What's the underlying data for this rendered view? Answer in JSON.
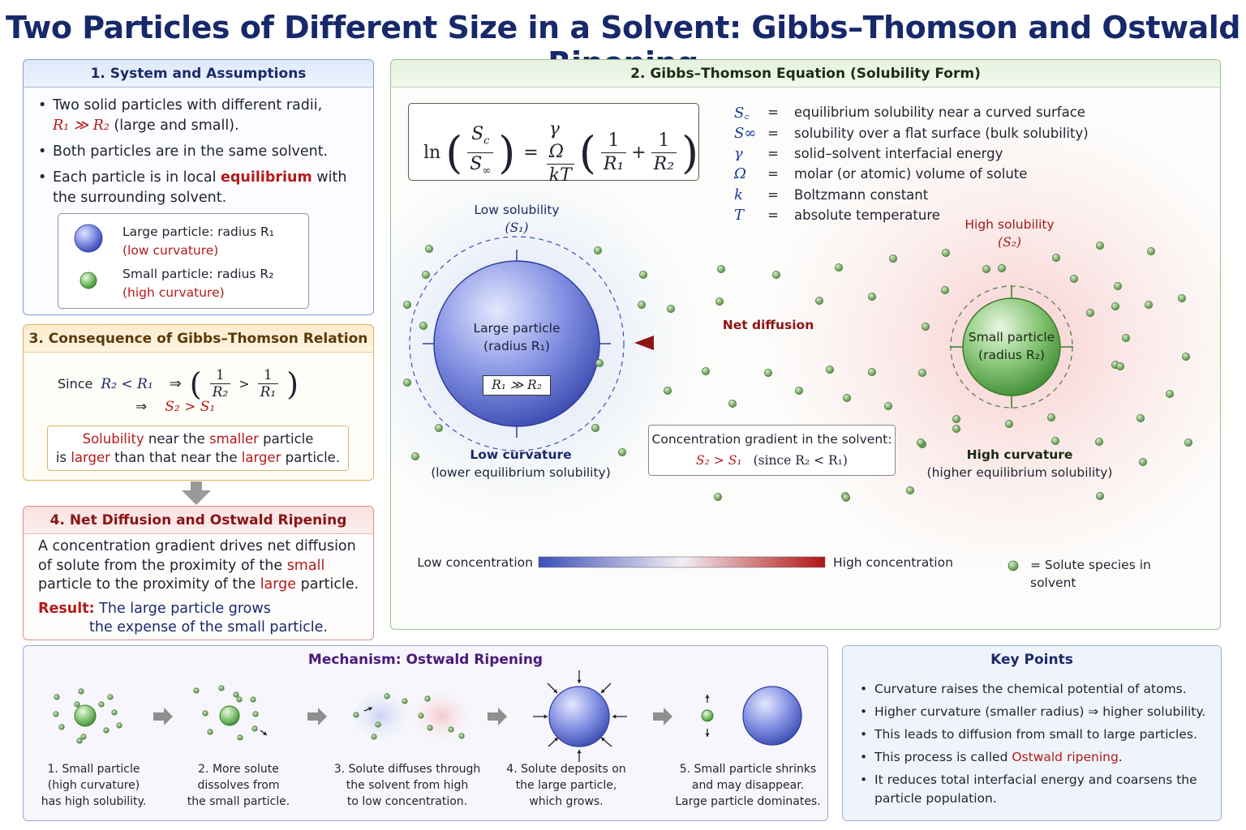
{
  "title": "Two Particles of Different Size in a Solvent: Gibbs–Thomson and Ostwald Ripening",
  "colors": {
    "title": "#17296a",
    "accent_red": "#b31b1b",
    "large_particle": "#5b6dd6",
    "small_particle": "#5fa852",
    "solute": "#6e9e5c"
  },
  "panel1": {
    "title": "1. System and Assumptions",
    "b1_text": "Two solid particles with different radii,",
    "b1_rel": "R₁ ≫ R₂",
    "b1_tail": " (large and small).",
    "b2": "Both particles are in the same solvent.",
    "b3_pre": "Each particle is in local ",
    "b3_hl": "equilibrium",
    "b3_post": " with the surrounding solvent.",
    "legend_large": "Large particle: radius R₁",
    "legend_large_note": "(low curvature)",
    "legend_small": "Small particle: radius R₂",
    "legend_small_note": "(high curvature)"
  },
  "panel3": {
    "title": "3. Consequence of Gibbs–Thomson Relation",
    "since": "Since",
    "cond": "R₂ < R₁",
    "implies": "⇒",
    "frac_left_num": "1",
    "frac_left_den": "R₂",
    "gt": ">",
    "frac_right_num": "1",
    "frac_right_den": "R₁",
    "result": "S₂ > S₁",
    "note_w1": "Solubility",
    "note_w2": " near the ",
    "note_w3": "smaller",
    "note_w4": " particle",
    "note_w5": "is ",
    "note_w6": "larger",
    "note_w7": " than that near the ",
    "note_w8": "larger",
    "note_w9": " particle."
  },
  "panel4": {
    "title": "4. Net Diffusion and Ostwald Ripening",
    "t1": "A concentration gradient drives net diffusion of solute from the proximity of the ",
    "t2": "small",
    "t3": " particle to the proximity of the ",
    "t4": "large",
    "t5": " particle.",
    "result_label": "Result:",
    "result_text": "The large particle grows",
    "result_text2": "the expense of the small particle."
  },
  "panel2": {
    "title": "2. Gibbs–Thomson Equation (Solubility Form)",
    "eq_ln": "ln",
    "eq_num": "S",
    "eq_num_sub": "c",
    "eq_den": "S",
    "eq_den_sub": "∞",
    "eq_equals": "=",
    "eq_coef_num": "γ Ω",
    "eq_coef_den": "kT",
    "eq_f1_num": "1",
    "eq_f1_den": "R₁",
    "eq_plus": "+",
    "eq_f2_num": "1",
    "eq_f2_den": "R₂",
    "variables": [
      {
        "sym": "S꜀",
        "eq": "=",
        "def": "equilibrium solubility near a curved surface"
      },
      {
        "sym": "S∞",
        "eq": "=",
        "def": "solubility over a flat surface (bulk solubility)"
      },
      {
        "sym": "γ",
        "eq": "=",
        "def": "solid–solvent interfacial energy"
      },
      {
        "sym": "Ω",
        "eq": "=",
        "def": "molar (or atomic) volume of solute"
      },
      {
        "sym": "k",
        "eq": "=",
        "def": "Boltzmann constant"
      },
      {
        "sym": "T",
        "eq": "=",
        "def": "absolute temperature"
      }
    ],
    "low_sol": "Low solubility",
    "low_sol_sym": "(S₁)",
    "high_sol": "High solubility",
    "high_sol_sym": "(S₂)",
    "large_label": "Large particle",
    "large_radius": "(radius R₁)",
    "large_rel": "R₁ ≫ R₂",
    "small_label": "Small particle",
    "small_radius": "(radius R₂)",
    "net_diffusion": "Net diffusion",
    "low_curv": "Low curvature",
    "low_curv_note": "(lower equilibrium solubility)",
    "high_curv": "High curvature",
    "high_curv_note": "(higher equilibrium solubility)",
    "conc_title": "Concentration gradient in the solvent:",
    "conc_rel": "S₂ > S₁",
    "conc_since": "(since R₂ < R₁)",
    "bar_low": "Low concentration",
    "bar_high": "High concentration",
    "solute_legend": "= Solute species in solvent"
  },
  "mechanism": {
    "title": "Mechanism: Ostwald Ripening",
    "steps": [
      {
        "l1": "1. Small particle",
        "l2": "(high curvature)",
        "l3": "has high solubility."
      },
      {
        "l1": "2. More solute",
        "l2": "dissolves from",
        "l3": "the small particle."
      },
      {
        "l1": "3. Solute diffuses through",
        "l2": "the solvent from high",
        "l3": "to low concentration."
      },
      {
        "l1": "4. Solute deposits on",
        "l2": "the large particle,",
        "l3": "which grows."
      },
      {
        "l1": "5. Small particle shrinks",
        "l2": "and may disappear.",
        "l3": "Large particle dominates."
      }
    ]
  },
  "key_points": {
    "title": "Key Points",
    "k1": "Curvature raises the chemical potential of atoms.",
    "k2": "Higher curvature (smaller radius) ⇒ higher solubility.",
    "k3": "This leads to diffusion from small to large particles.",
    "k4_pre": "This process is called ",
    "k4_hl": "Ostwald ripening",
    "k4_post": ".",
    "k5": "It reduces total interfacial energy and coarsens the particle population."
  }
}
